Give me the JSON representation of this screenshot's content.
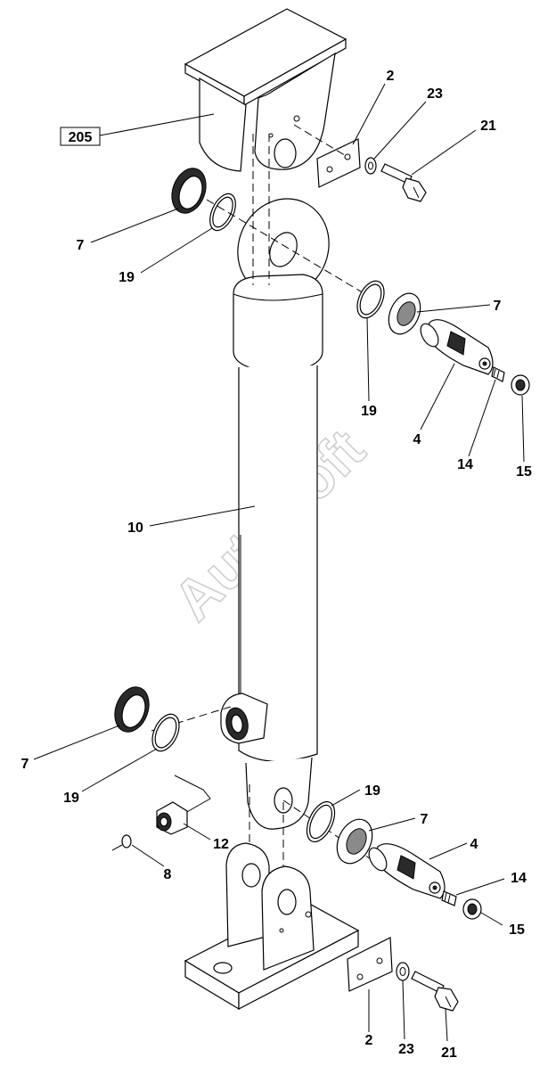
{
  "watermark": "AutoSoft",
  "reference_box": "205",
  "callouts": [
    {
      "id": "c-2-top",
      "label": "2"
    },
    {
      "id": "c-23-top",
      "label": "23"
    },
    {
      "id": "c-21-top",
      "label": "21"
    },
    {
      "id": "c-7-a",
      "label": "7"
    },
    {
      "id": "c-19-a",
      "label": "19"
    },
    {
      "id": "c-7-b",
      "label": "7"
    },
    {
      "id": "c-19-b",
      "label": "19"
    },
    {
      "id": "c-4-a",
      "label": "4"
    },
    {
      "id": "c-14-a",
      "label": "14"
    },
    {
      "id": "c-15-a",
      "label": "15"
    },
    {
      "id": "c-10",
      "label": "10"
    },
    {
      "id": "c-7-c",
      "label": "7"
    },
    {
      "id": "c-19-c",
      "label": "19"
    },
    {
      "id": "c-19-d",
      "label": "19"
    },
    {
      "id": "c-7-d",
      "label": "7"
    },
    {
      "id": "c-4-b",
      "label": "4"
    },
    {
      "id": "c-12",
      "label": "12"
    },
    {
      "id": "c-8",
      "label": "8"
    },
    {
      "id": "c-14-b",
      "label": "14"
    },
    {
      "id": "c-15-b",
      "label": "15"
    },
    {
      "id": "c-2-bot",
      "label": "2"
    },
    {
      "id": "c-23-bot",
      "label": "23"
    },
    {
      "id": "c-21-bot",
      "label": "21"
    }
  ]
}
